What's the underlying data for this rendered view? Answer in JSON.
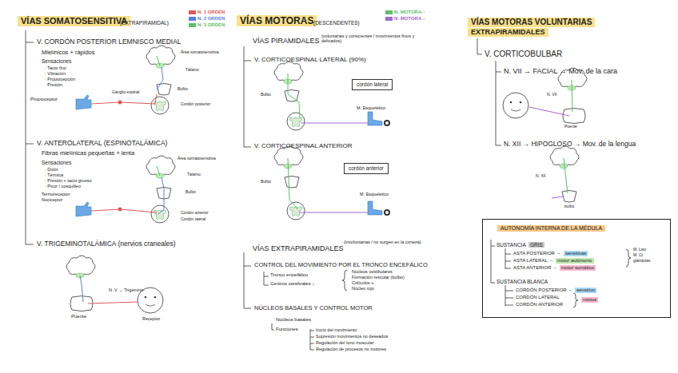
{
  "diagram": {
    "nodes": [
      {
        "text": [
          "VÍAS SOMATOSENSITIVA"
        ]
      },
      {
        "text": [
          "VÍAS MOTORAS"
        ]
      },
      {
        "text": [
          "VÍAS MOTORAS VOLUNTARIAS",
          "EXTRAPIRAMIDALES"
        ]
      },
      {
        "text": [
          "cordón lateral"
        ]
      },
      {
        "text": [
          "cordón anterior"
        ]
      },
      {
        "text": [
          "AUTONOMÍA INTERNA DE LA MÉDULA"
        ]
      }
    ],
    "labels": [
      "(EXTRAPIRAMIDAL)",
      "V. CORDÓN POSTERIOR LEMNISCO MEDIAL",
      "Mielínicos + rápidos",
      "Sensaciones",
      "· Tacto fino",
      "· Vibración",
      "· Propiocepción",
      "· Presión",
      "Área somatosensitiva",
      "Tálamo",
      "Bulbo",
      "Ganglio espinal",
      "Cordón posterior",
      "Propioceptor",
      "V. ANTEROLATERAL (ESPINOTALÁMICA)",
      "Fibras mielínicas pequeñas + lenta",
      "Sensaciones",
      "· Dolor",
      "· Térmica",
      "· Presión + tacto grueso",
      "· Picor / cosquilleo",
      "Termoreceptor",
      "Nociceptor",
      "Área somatosensitiva",
      "Tálamo",
      "Bulbo",
      "Cordón anterior",
      "Cordón lateral",
      "V. TRIGEMINOTALÁMICA (nervios craneales)",
      "N. V → Trigémino",
      "Puente",
      "Receptor",
      "(DESCENDENTES)",
      "VÍAS PIRAMIDALES",
      "(voluntarias y conscientes / movimientos finos y delicados)",
      "V. CORTICOESPINAL LATERAL (90%)",
      "Bulbo",
      "M. Esquelético",
      "V. CORTICOESPINAL ANTERIOR",
      "Bulbo",
      "M. Esquelético",
      "VÍAS EXTRAPIRAMIDALES",
      "(involuntarias / no surgen en la corteza)",
      "CONTROL DEL MOVIMIENTO POR EL TRONCO ENCEFÁLICO",
      "Tronco encefálico",
      "Centros cerebrales ↓",
      "Núcleos vestibulares",
      "Formación reticular (bulbo)",
      "Colículos +",
      "Núcleo rojo",
      "NÚCLEOS BASALES Y CONTROL MOTOR",
      "Núcleos basales",
      "Funciones",
      "Inicio del movimiento",
      "Supresión movimientos no deseados",
      "Regulación del tono muscular",
      "Regulación de procesos no motores",
      "V. CORTICOBULBAR",
      "N. VII → FACIAL → Mov. de la cara",
      "N. VII",
      "Puente",
      "N. XII → HIPOGLOSO → Mov. de la lengua",
      "N. XII",
      "bulbo",
      "SUSTANCIA",
      "GRIS",
      "ASTA POSTERIOR →",
      "sensitivas",
      "ASTA LATERAL →",
      "motor autónomo",
      "ASTA ANTERIOR →",
      "motor somático",
      "M. Liso",
      "M. Ct.",
      "glándulas",
      "SUSTANCIA BLANCA",
      "CORDÓN POSTERIOR →",
      "sensitivo",
      "CORDÓN LATERAL",
      "CORDÓN ANTERIOR",
      "mixtos"
    ],
    "legend": [
      {
        "text": "N. 1 ORDEN",
        "color": "#e05a5a"
      },
      {
        "text": "N. 2 ORDEN",
        "color": "#5a7fe0"
      },
      {
        "text": "N. 3 ORDEN",
        "color": "#5cbf6a"
      },
      {
        "text": "N. MOTORA ↑",
        "color": "#5cbf6a"
      },
      {
        "text": "N. MOTORA ↓",
        "color": "#a06ad0"
      }
    ]
  }
}
